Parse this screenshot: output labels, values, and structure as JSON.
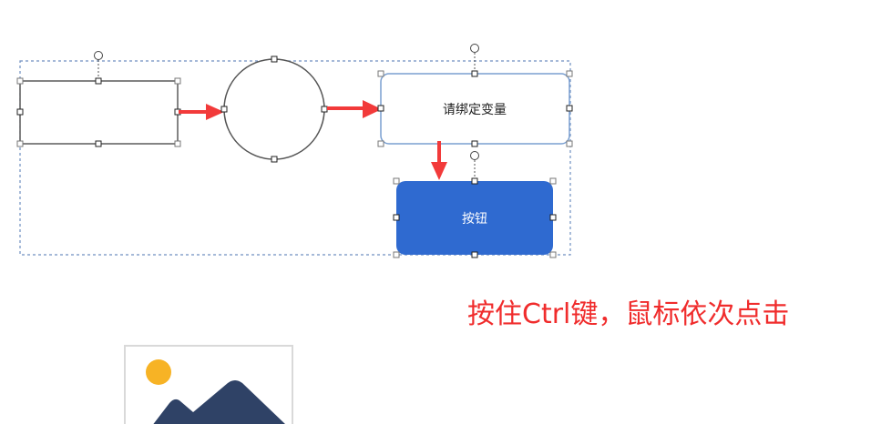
{
  "canvas": {
    "shapes": [
      {
        "kind": "rectangle",
        "label": ""
      },
      {
        "kind": "circle",
        "label": ""
      },
      {
        "kind": "rounded-rectangle",
        "label": "请绑定变量"
      },
      {
        "kind": "button",
        "label": "按钮"
      }
    ]
  },
  "instruction": {
    "text": "按住Ctrl键，鼠标依次点击"
  },
  "image_placeholder": {
    "icon": "image-placeholder-icon"
  },
  "colors": {
    "selection_dashed": "#6f8fc0",
    "arrow": "#f23a3a",
    "button_fill": "#2f6ad0",
    "button_text": "#ffffff",
    "instruction_text": "#f02c2c",
    "sun": "#f7b325",
    "mountain": "#2f4266"
  }
}
